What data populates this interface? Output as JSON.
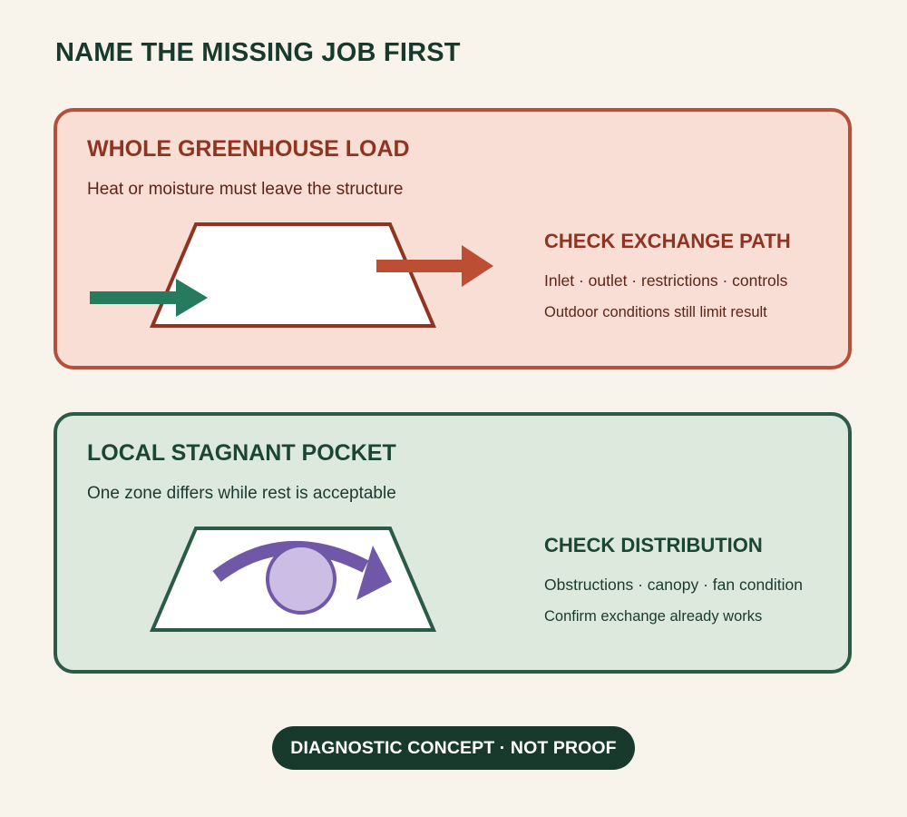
{
  "page": {
    "title": "NAME THE MISSING JOB FIRST"
  },
  "panels": [
    {
      "heading": "WHOLE GREENHOUSE LOAD",
      "description": "Heat or moisture must leave the structure",
      "side_heading": "CHECK EXCHANGE PATH",
      "side_lines": [
        "Inlet · outlet · restrictions · controls",
        "Outdoor conditions still limit result"
      ],
      "colors": {
        "fill": "#f9ded5",
        "border": "#b4513a",
        "inflow_arrow": "#267a5e",
        "outflow_arrow": "#bc4f33"
      }
    },
    {
      "heading": "LOCAL STAGNANT POCKET",
      "description": "One zone differs while rest is acceptable",
      "side_heading": "CHECK DISTRIBUTION",
      "side_lines": [
        "Obstructions · canopy · fan condition",
        "Confirm exchange already works"
      ],
      "colors": {
        "fill": "#dde9dd",
        "border": "#2b5b47",
        "circulation_arrow": "#6f58a8",
        "pocket": "#cbbde4"
      }
    }
  ],
  "footer": {
    "badge": "DIAGNOSTIC CONCEPT · NOT PROOF"
  }
}
